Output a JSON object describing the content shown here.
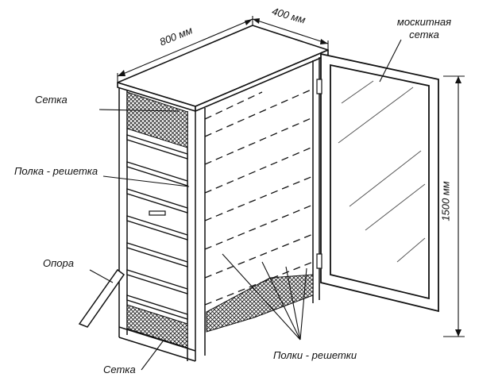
{
  "labels": {
    "width_dim": "800 мм",
    "depth_dim": "400 мм",
    "height_dim": "1500 мм",
    "mosquito_net_line1": "москитная",
    "mosquito_net_line2": "сетка",
    "mesh_top": "Сетка",
    "shelf_grid": "Полка - решетка",
    "support": "Опора",
    "mesh_bottom": "Сетка",
    "shelves_grids": "Полки - решетки"
  }
}
